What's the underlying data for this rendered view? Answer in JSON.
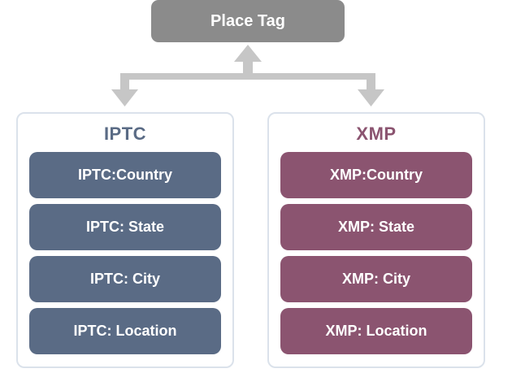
{
  "diagram": {
    "root": {
      "label": "Place Tag"
    },
    "groups": [
      {
        "title": "IPTC",
        "items": [
          {
            "label": "IPTC:Country"
          },
          {
            "label": "IPTC: State"
          },
          {
            "label": "IPTC: City"
          },
          {
            "label": "IPTC: Location"
          }
        ]
      },
      {
        "title": "XMP",
        "items": [
          {
            "label": "XMP:Country"
          },
          {
            "label": "XMP: State"
          },
          {
            "label": "XMP: City"
          },
          {
            "label": "XMP: Location"
          }
        ]
      }
    ],
    "colors": {
      "root_background": "#8b8b8b",
      "arrow": "#c6c6c6",
      "iptc_accent": "#5a6b85",
      "xmp_accent": "#8b5470",
      "group_border": "#dbe2eb",
      "label_text": "#ffffff"
    }
  }
}
